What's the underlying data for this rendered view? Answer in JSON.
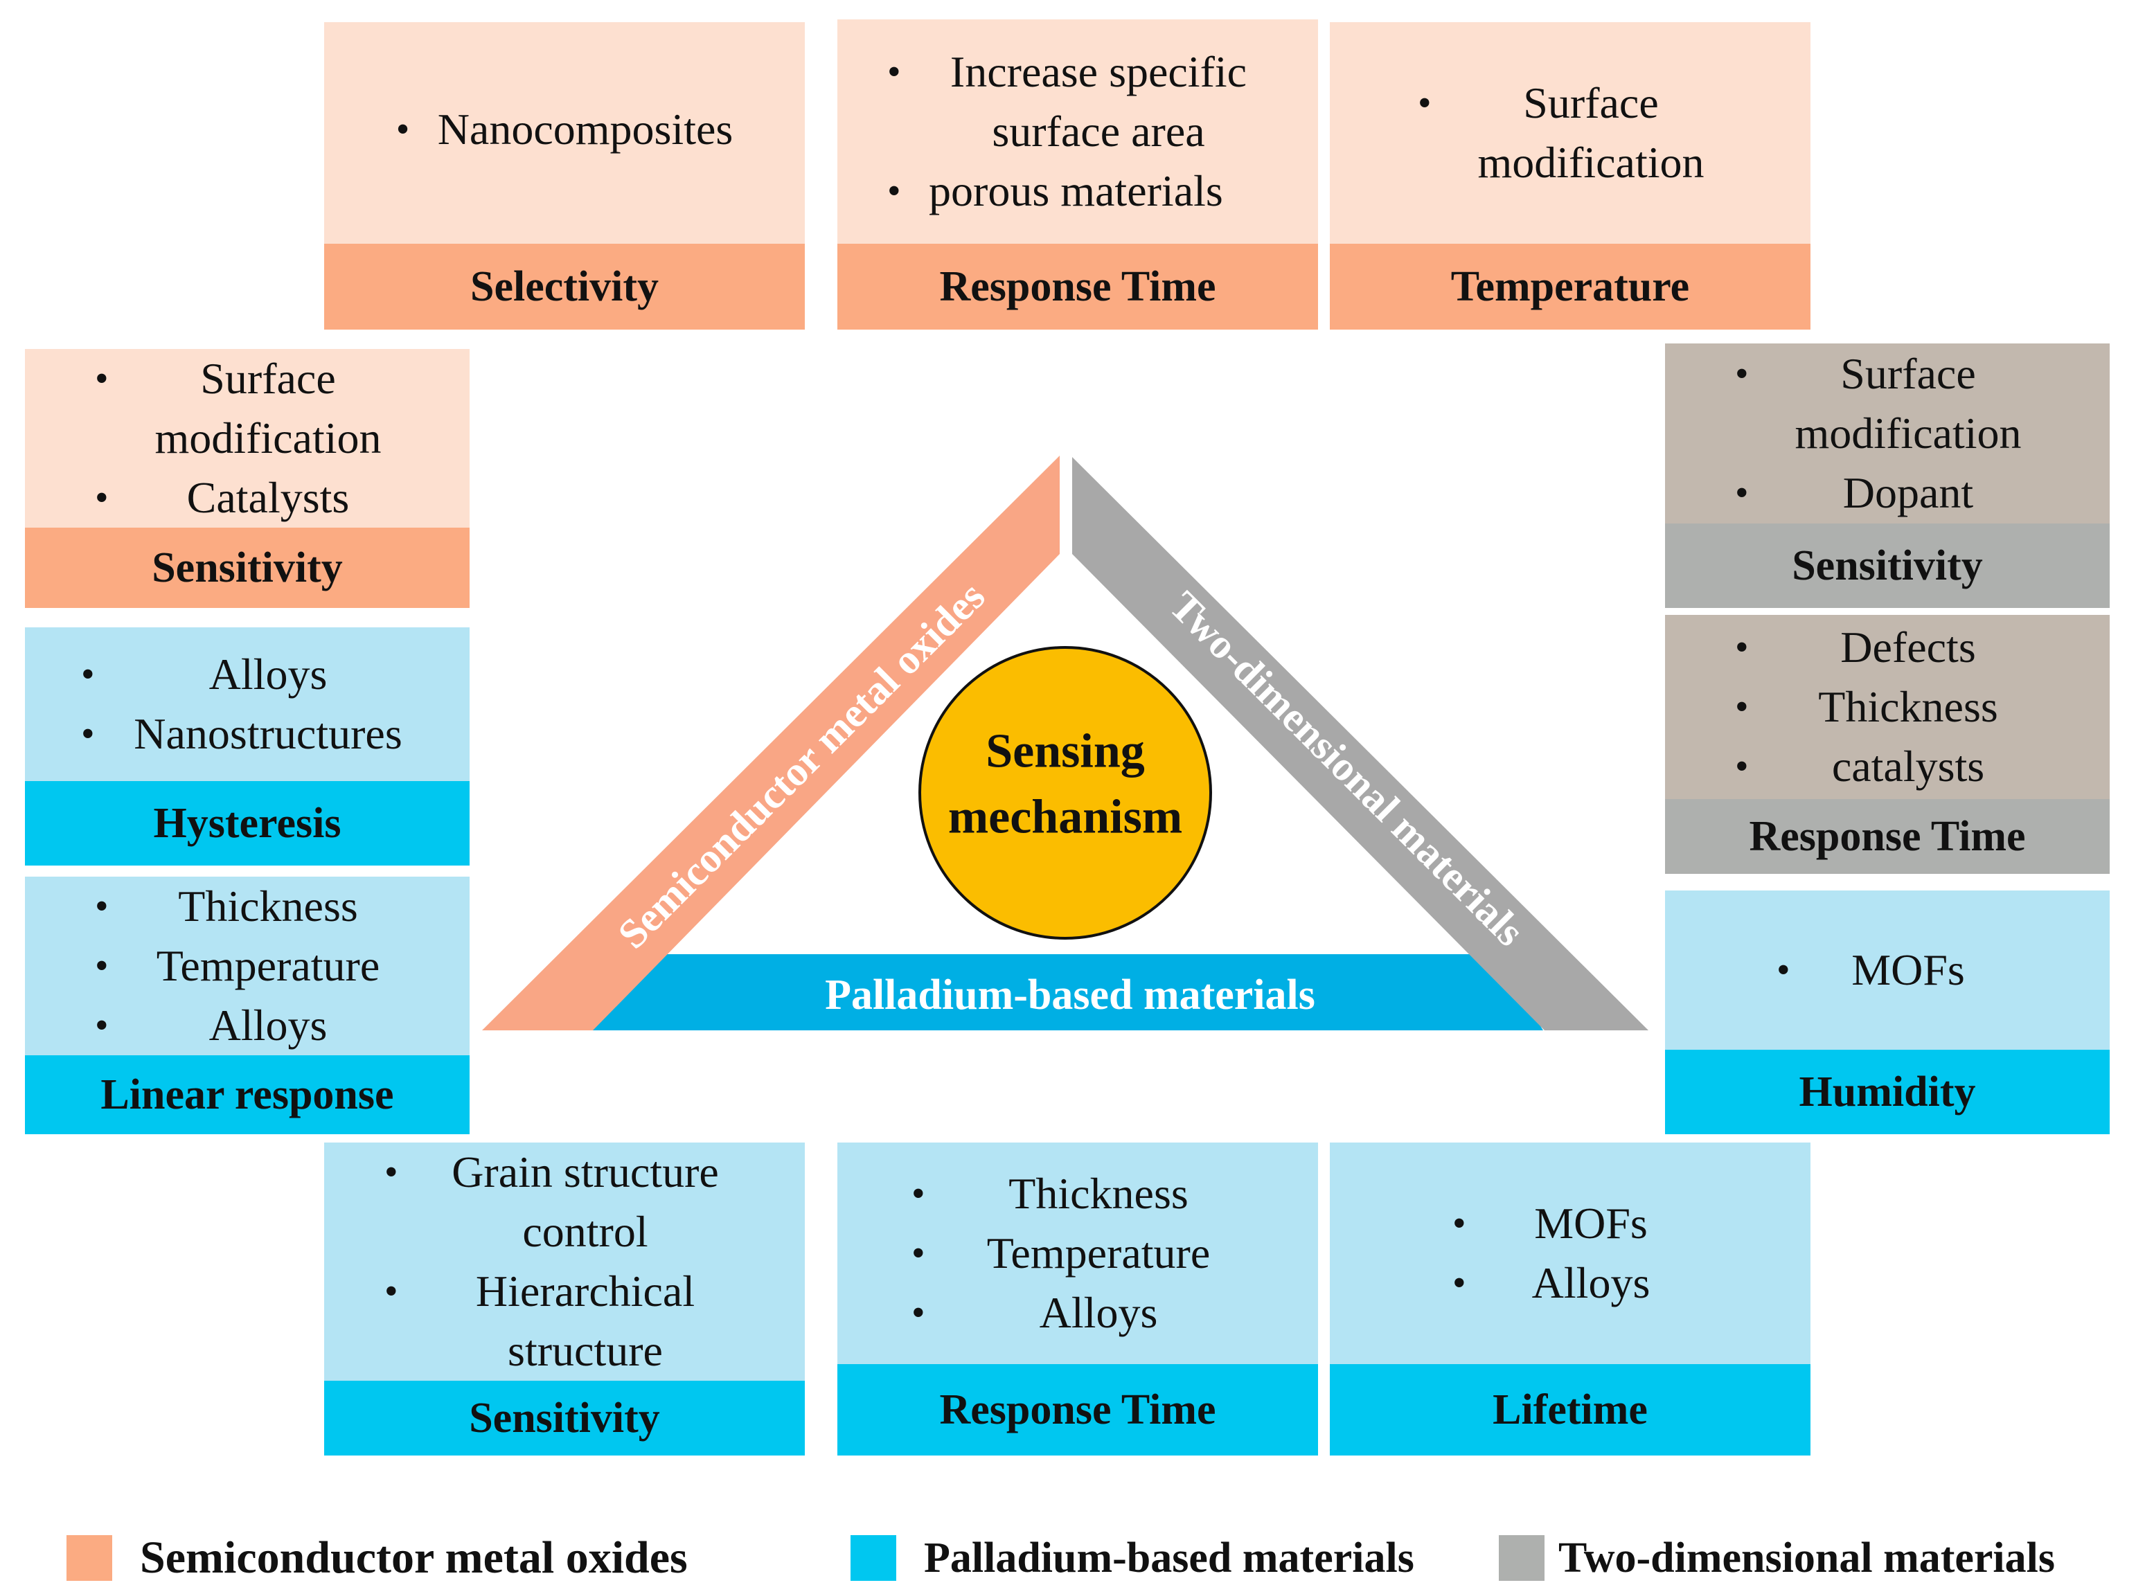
{
  "colors": {
    "smo_light": "#fde0d0",
    "smo_dark": "#fbab82",
    "pd_light": "#b4e4f4",
    "pd_dark": "#00c7f0",
    "twod_light": "#c2b8ae",
    "twod_dark": "#aeb0ae",
    "center_circle": "#fbbd00"
  },
  "top_cards": [
    {
      "title": "Selectivity",
      "items": [
        "Nanocomposites"
      ]
    },
    {
      "title": "Response Time",
      "items": [
        "Increase specific surface area",
        "porous materials"
      ]
    },
    {
      "title": "Temperature",
      "items": [
        "Surface modification"
      ]
    }
  ],
  "left_cards": [
    {
      "title": "Sensitivity",
      "items": [
        "Surface modification",
        "Catalysts"
      ]
    },
    {
      "title": "Hysteresis",
      "items": [
        "Alloys",
        "Nanostructures"
      ]
    },
    {
      "title": "Linear response",
      "items": [
        "Thickness",
        "Temperature",
        "Alloys"
      ]
    }
  ],
  "right_cards": [
    {
      "title": "Sensitivity",
      "items": [
        "Surface modification",
        "Dopant"
      ]
    },
    {
      "title": "Response Time",
      "items": [
        "Defects",
        "Thickness",
        "catalysts"
      ]
    },
    {
      "title": "Humidity",
      "items": [
        "MOFs"
      ]
    }
  ],
  "bottom_cards": [
    {
      "title": "Sensitivity",
      "items": [
        "Grain structure control",
        "Hierarchical structure"
      ]
    },
    {
      "title": "Response Time",
      "items": [
        "Thickness",
        "Temperature",
        "Alloys"
      ]
    },
    {
      "title": "Lifetime",
      "items": [
        "MOFs",
        "Alloys"
      ]
    }
  ],
  "center": {
    "circle_line1": "Sensing",
    "circle_line2": "mechanism",
    "left_arm": "Semiconductor metal oxides",
    "right_arm": "Two-dimensional materials",
    "base": "Palladium-based materials"
  },
  "bullet": "•",
  "legend": [
    {
      "label": "Semiconductor metal oxides"
    },
    {
      "label": "Palladium-based materials"
    },
    {
      "label": "Two-dimensional materials"
    }
  ]
}
